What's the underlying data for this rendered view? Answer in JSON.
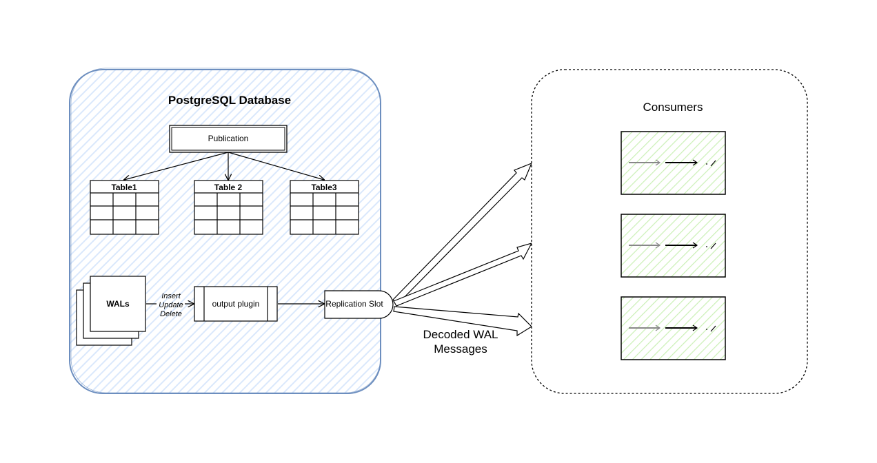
{
  "database": {
    "title": "PostgreSQL Database",
    "publication_label": "Publication",
    "tables": [
      "Table1",
      "Table 2",
      "Table3"
    ],
    "wals_label": "WALs",
    "operations": [
      "Insert",
      "Update",
      "Delete"
    ],
    "output_plugin_label": "output plugin",
    "replication_slot_label": "Replication Slot"
  },
  "edge_label_lines": [
    "Decoded WAL",
    "Messages"
  ],
  "consumers": {
    "title": "Consumers",
    "count": 3
  },
  "colors": {
    "database_border": "#6c8ebf",
    "database_hatch": "#dae8fc",
    "consumer_hatch": "#ccf0b8",
    "stroke": "#000000"
  }
}
